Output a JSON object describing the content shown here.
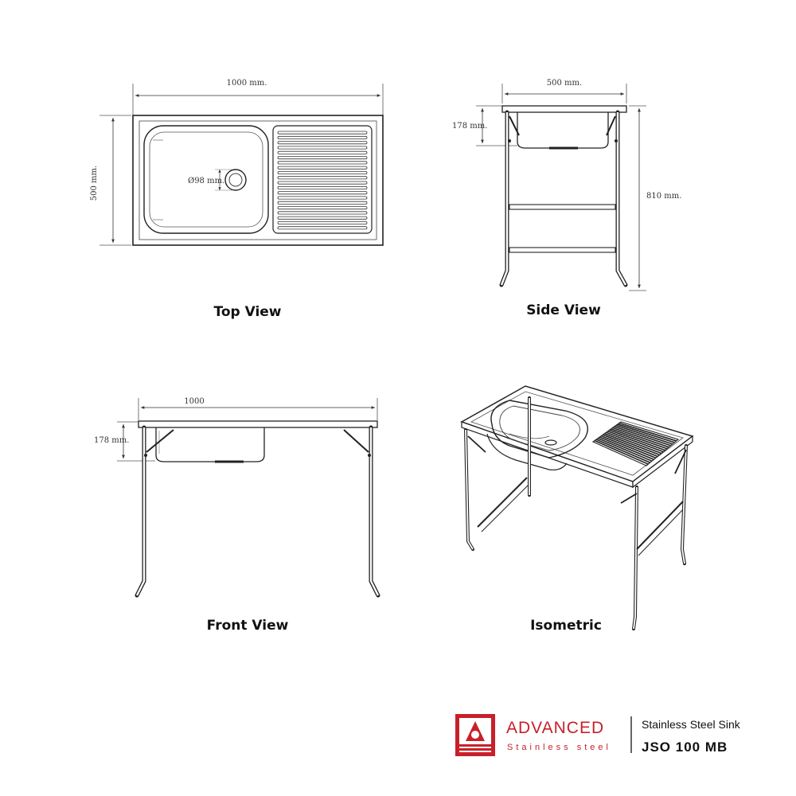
{
  "top_view": {
    "title": "Top View",
    "width_dim": "1000 mm.",
    "depth_dim": "500 mm.",
    "drain_dim": "Ø98 mm."
  },
  "side_view": {
    "title": "Side View",
    "width_dim": "500 mm.",
    "bowl_depth_dim": "178 mm.",
    "height_dim": "810 mm."
  },
  "front_view": {
    "title": "Front View",
    "width_dim": "1000",
    "bowl_depth_dim": "178 mm."
  },
  "isometric_view": {
    "title": "Isometric"
  },
  "brand": {
    "name": "ADVANCED",
    "tagline": "Stainless steel",
    "logo_icon": "advanced-logo-icon",
    "color": "#c8202a"
  },
  "product": {
    "type": "Stainless Steel Sink",
    "model": "JSO 100 MB"
  }
}
